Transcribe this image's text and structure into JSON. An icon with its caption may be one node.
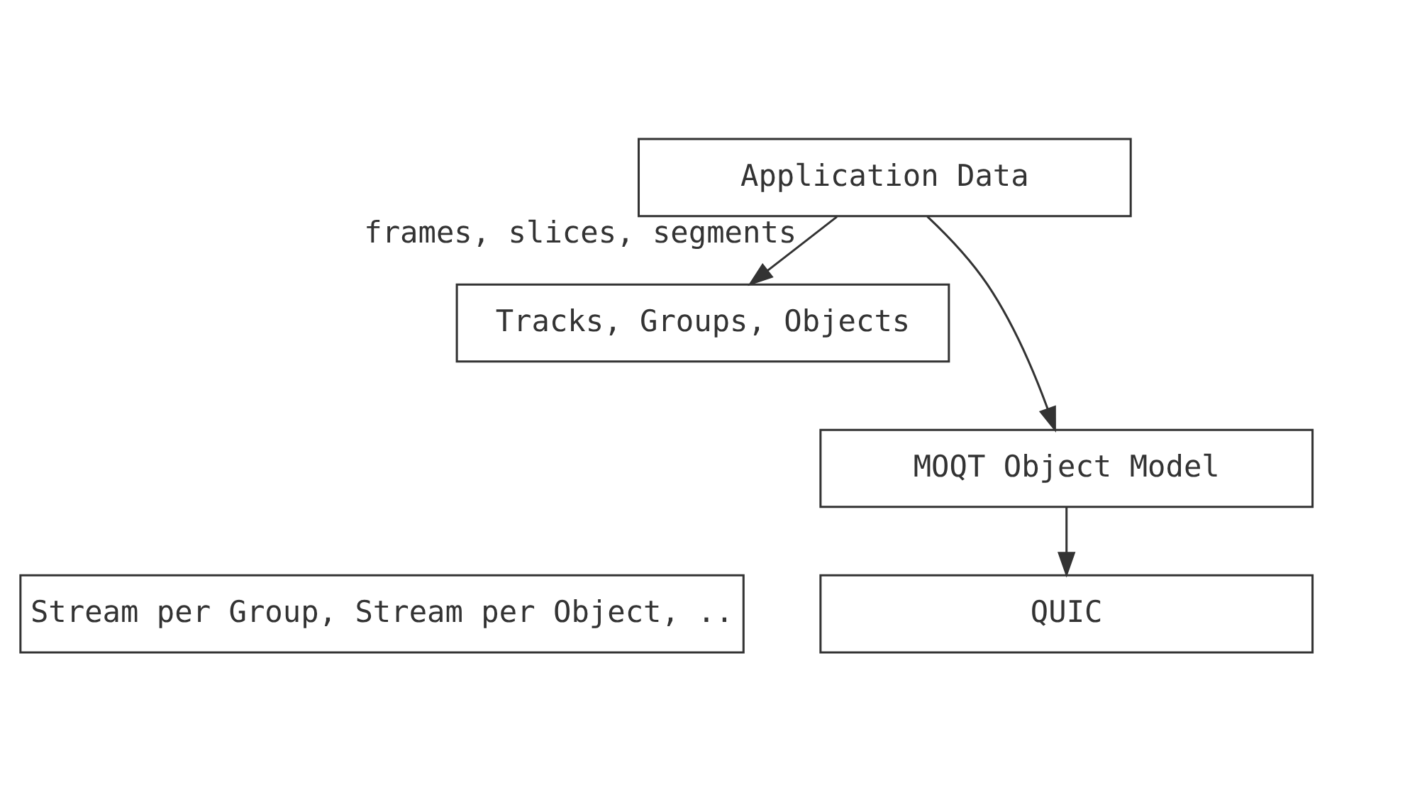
{
  "diagram": {
    "nodes": [
      {
        "text": [
          "Application Data"
        ]
      },
      {
        "text": [
          "Tracks, Groups, Objects"
        ]
      },
      {
        "text": [
          "MOQT Object Model"
        ]
      },
      {
        "text": [
          "Stream per Group, Stream per Object, .."
        ]
      },
      {
        "text": [
          "QUIC"
        ]
      }
    ],
    "edges": [
      {
        "from": 0,
        "to": 2,
        "arrow": "to"
      },
      {
        "from": 0,
        "to": 1,
        "arrow": "to",
        "label": "frames, slices, segments"
      },
      {
        "from": 2,
        "to": 4,
        "arrow": "to"
      }
    ]
  }
}
